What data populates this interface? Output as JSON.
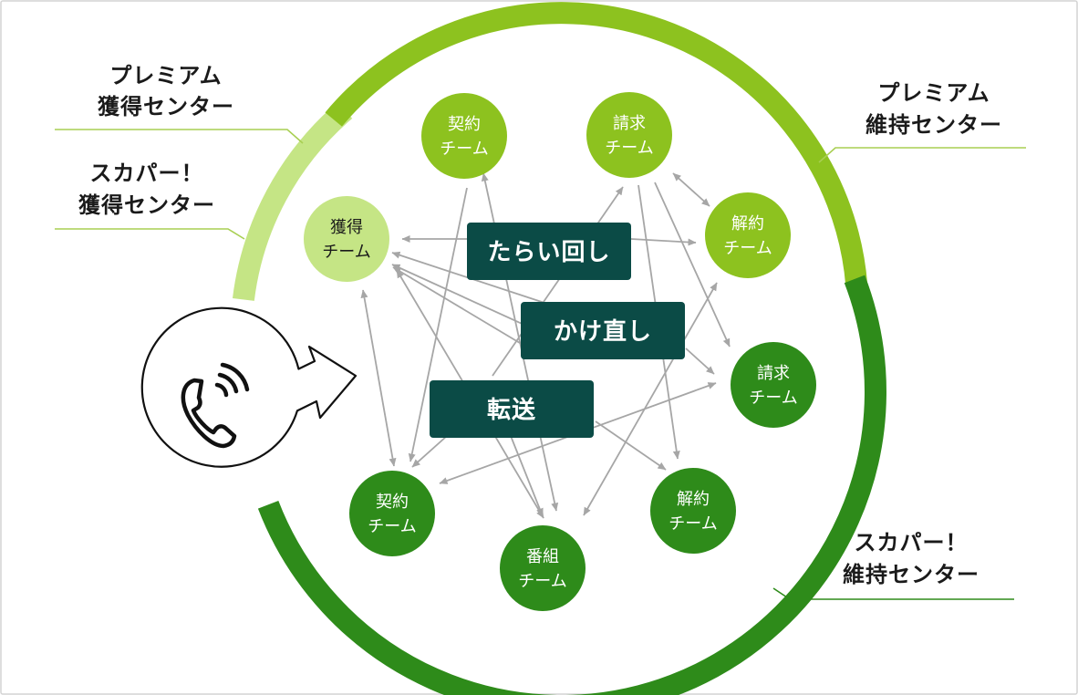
{
  "outer_labels": {
    "premium_acquisition": [
      "プレミアム",
      "獲得センター"
    ],
    "skyperfect_acquisition": [
      "スカパー！",
      "獲得センター"
    ],
    "premium_retention": [
      "プレミアム",
      "維持センター"
    ],
    "skyperfect_retention": [
      "スカパー！",
      "維持センター"
    ]
  },
  "center_boxes": {
    "tarai": "たらい回し",
    "kakenaoshi": "かけ直し",
    "tensou": "転送"
  },
  "teams": {
    "keiyaku_top": [
      "契約",
      "チーム"
    ],
    "seikyu_top": [
      "請求",
      "チーム"
    ],
    "kakutoku": [
      "獲得",
      "チーム"
    ],
    "kaiyaku_right_top": [
      "解約",
      "チーム"
    ],
    "seikyu_right": [
      "請求",
      "チーム"
    ],
    "keiyaku_bottom": [
      "契約",
      "チーム"
    ],
    "bangumi": [
      "番組",
      "チーム"
    ],
    "kaiyaku_bottom": [
      "解約",
      "チーム"
    ]
  },
  "colors": {
    "light_green": "#c5e585",
    "mid_green": "#8dc21f",
    "dark_green": "#2e8b1a",
    "box_teal": "#0b4b46",
    "arrow_gray": "#a6a6a6",
    "text_dark": "#1a1a1a",
    "text_white": "#ffffff"
  },
  "icons": {
    "caller": "phone-icon"
  }
}
